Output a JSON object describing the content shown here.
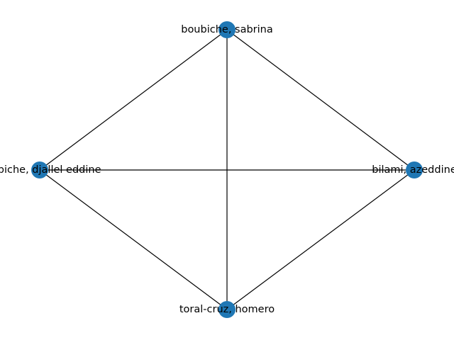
{
  "graph": {
    "node_color": "#1f77b4",
    "edge_color": "#000000",
    "nodes": [
      {
        "id": "n1",
        "label": "boubiche, sabrina"
      },
      {
        "id": "n2",
        "label": "boubiche, djallel eddine"
      },
      {
        "id": "n3",
        "label": "bilami, azeddine"
      },
      {
        "id": "n4",
        "label": "toral-cruz, homero"
      }
    ],
    "edges": [
      {
        "source": "n1",
        "target": "n2"
      },
      {
        "source": "n1",
        "target": "n3"
      },
      {
        "source": "n1",
        "target": "n4"
      },
      {
        "source": "n2",
        "target": "n3"
      },
      {
        "source": "n2",
        "target": "n4"
      },
      {
        "source": "n3",
        "target": "n4"
      }
    ]
  }
}
